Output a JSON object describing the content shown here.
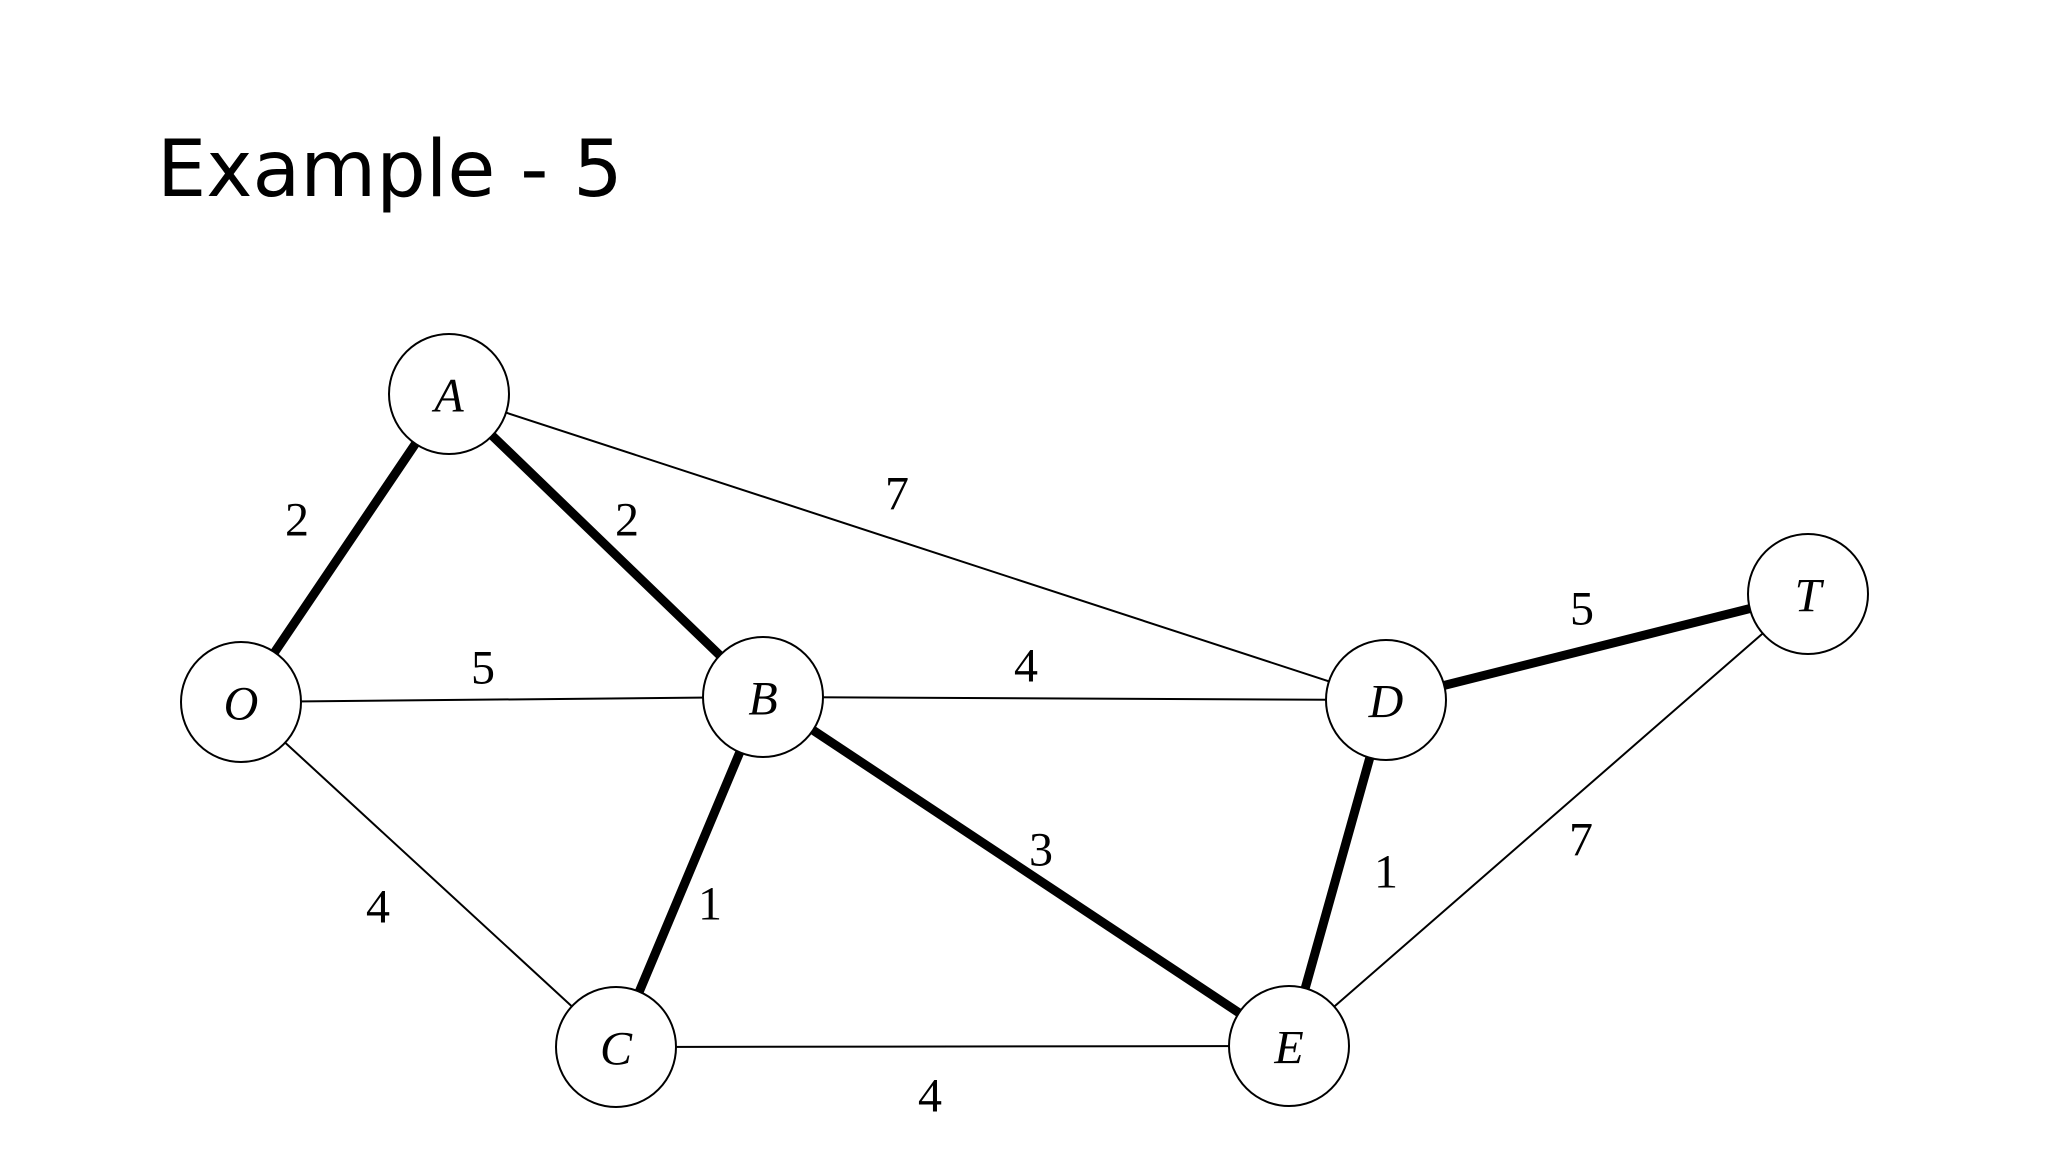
{
  "slide": {
    "title": "Example - 5"
  },
  "graph": {
    "nodes": [
      {
        "id": "O",
        "label": "O"
      },
      {
        "id": "A",
        "label": "A"
      },
      {
        "id": "B",
        "label": "B"
      },
      {
        "id": "C",
        "label": "C"
      },
      {
        "id": "D",
        "label": "D"
      },
      {
        "id": "E",
        "label": "E"
      },
      {
        "id": "T",
        "label": "T"
      }
    ],
    "edges": [
      {
        "from": "O",
        "to": "A",
        "weight": "2",
        "highlighted": true
      },
      {
        "from": "O",
        "to": "B",
        "weight": "5",
        "highlighted": false
      },
      {
        "from": "O",
        "to": "C",
        "weight": "4",
        "highlighted": false
      },
      {
        "from": "A",
        "to": "B",
        "weight": "2",
        "highlighted": true
      },
      {
        "from": "A",
        "to": "D",
        "weight": "7",
        "highlighted": false
      },
      {
        "from": "B",
        "to": "C",
        "weight": "1",
        "highlighted": true
      },
      {
        "from": "B",
        "to": "D",
        "weight": "4",
        "highlighted": false
      },
      {
        "from": "B",
        "to": "E",
        "weight": "3",
        "highlighted": true
      },
      {
        "from": "C",
        "to": "E",
        "weight": "4",
        "highlighted": false
      },
      {
        "from": "D",
        "to": "E",
        "weight": "1",
        "highlighted": true
      },
      {
        "from": "D",
        "to": "T",
        "weight": "5",
        "highlighted": true
      },
      {
        "from": "E",
        "to": "T",
        "weight": "7",
        "highlighted": false
      }
    ]
  }
}
